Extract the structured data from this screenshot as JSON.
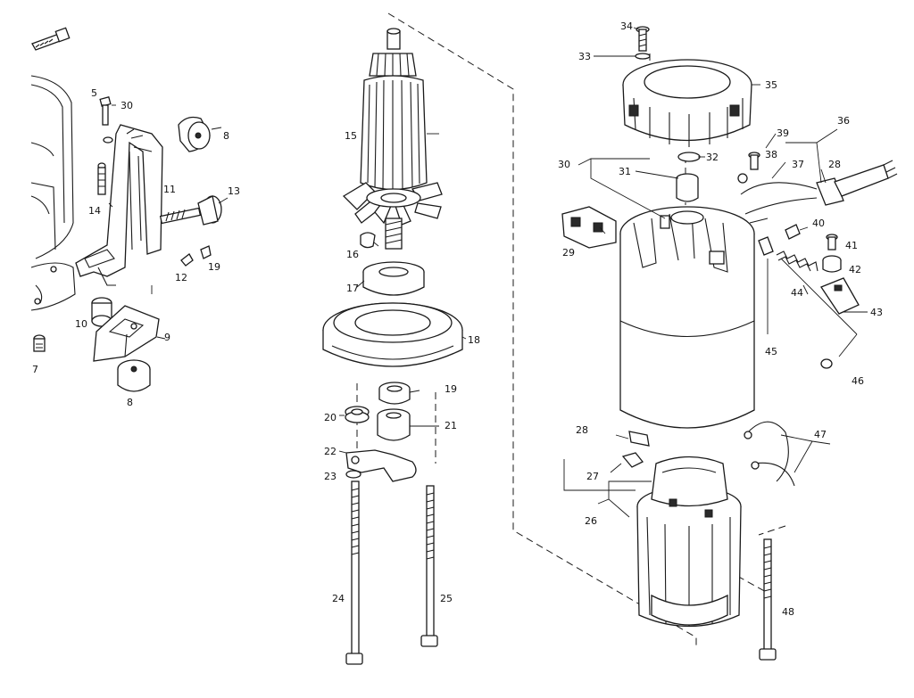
{
  "callouts": {
    "c5": "5",
    "c7": "7",
    "c8a": "8",
    "c8b": "8",
    "c9": "9",
    "c10": "10",
    "c11": "11",
    "c12": "12",
    "c13": "13",
    "c14": "14",
    "c15": "15",
    "c16": "16",
    "c17": "17",
    "c18": "18",
    "c19a": "19",
    "c19b": "19",
    "c20": "20",
    "c21": "21",
    "c22": "22",
    "c23": "23",
    "c24": "24",
    "c25": "25",
    "c26": "26",
    "c27": "27",
    "c28a": "28",
    "c28b": "28",
    "c29": "29",
    "c30": "30",
    "c31": "31",
    "c32": "32",
    "c33": "33",
    "c34": "34",
    "c35": "35",
    "c36": "36",
    "c37": "37",
    "c38": "38",
    "c39": "39",
    "c40": "40",
    "c41": "41",
    "c42": "42",
    "c43": "43",
    "c44": "44",
    "c45": "45",
    "c46": "46",
    "c47": "47",
    "c48": "48",
    "c30b": "30"
  }
}
